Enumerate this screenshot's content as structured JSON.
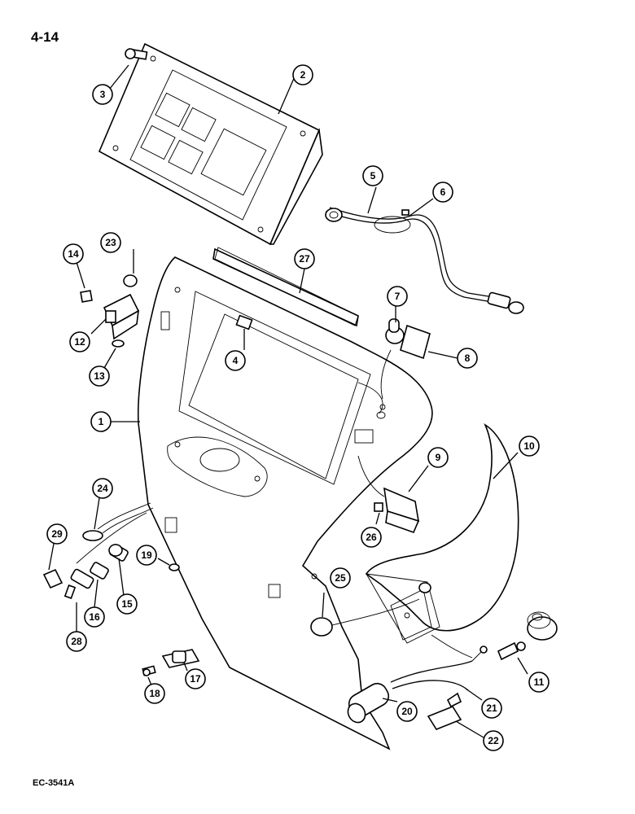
{
  "page": {
    "number": "4-14",
    "code": "EC-3541A"
  },
  "callouts": [
    "1",
    "2",
    "3",
    "4",
    "5",
    "6",
    "7",
    "8",
    "9",
    "10",
    "11",
    "12",
    "13",
    "14",
    "15",
    "16",
    "17",
    "18",
    "19",
    "20",
    "21",
    "22",
    "23",
    "24",
    "25",
    "26",
    "27",
    "28",
    "29"
  ]
}
